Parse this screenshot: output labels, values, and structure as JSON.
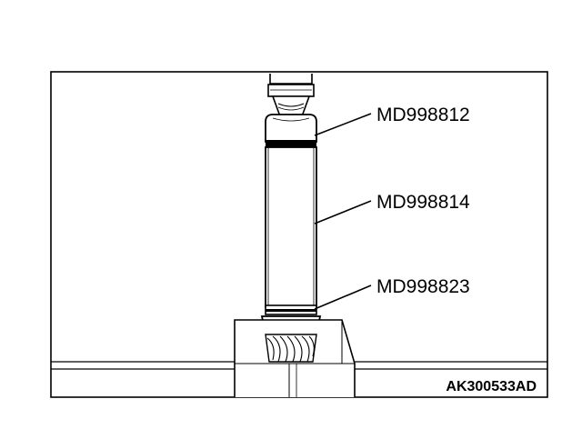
{
  "labels": {
    "tool_1": "MD998812",
    "tool_2": "MD998814",
    "tool_3": "MD998823"
  },
  "figure_code": "AK300533AD",
  "colors": {
    "line": "#000000",
    "background": "#ffffff"
  }
}
